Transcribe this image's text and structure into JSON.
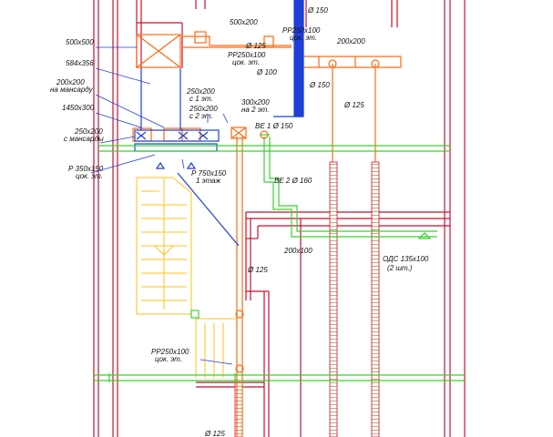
{
  "colors": {
    "wall": "#c8102e",
    "duct_orange": "#ff6a13",
    "pipe_green": "#39d12e",
    "pipe_blue": "#1f3fd8",
    "stairs": "#ffc21a",
    "hatch": "#a0522d",
    "text": "#111111"
  },
  "labels": {
    "d150_top": "Ø 150",
    "s500x200_top": "500х200",
    "rr250_top_a": "РР250х100",
    "rr250_top_b": "цок. эт.",
    "d125_top": "Ø 125",
    "rr250_mid_a": "РР250х100",
    "rr250_mid_b": "цок. эт.",
    "d100": "Ø 100",
    "s200x200_right": "200х200",
    "s500x500": "500х500",
    "s584x356": "584х356",
    "s200x200_mans_a": "200х200",
    "s200x200_mans_b": "на мансарду",
    "s1450x300": "1450х300",
    "s250x200_1_a": "250х200",
    "s250x200_1_b": "с 1 эт.",
    "s250x200_2_a": "250х200",
    "s250x200_2_b": "с 2 эт.",
    "s300x200_a": "300х200",
    "s300x200_b": "на 2 эт.",
    "d150_blue": "Ø 150",
    "be1": "ВЕ 1 Ø 150",
    "d125_right": "Ø 125",
    "s250x200_mans_a": "250х200",
    "s250x200_mans_b": "с мансарды",
    "p350_a": "Р 350х150",
    "p350_b": "цок. эт.",
    "p750_a": "Р 750х150",
    "p750_b": "1 этаж",
    "be2": "ВЕ 2 Ø 160",
    "s200x100": "200х100",
    "ods_a": "ОДС 135х100",
    "ods_b": "(2 шт.)",
    "d125_center": "Ø 125",
    "rr250_low_a": "РР250х100",
    "rr250_low_b": "цок. эт.",
    "d125_bottom": "Ø 125"
  }
}
